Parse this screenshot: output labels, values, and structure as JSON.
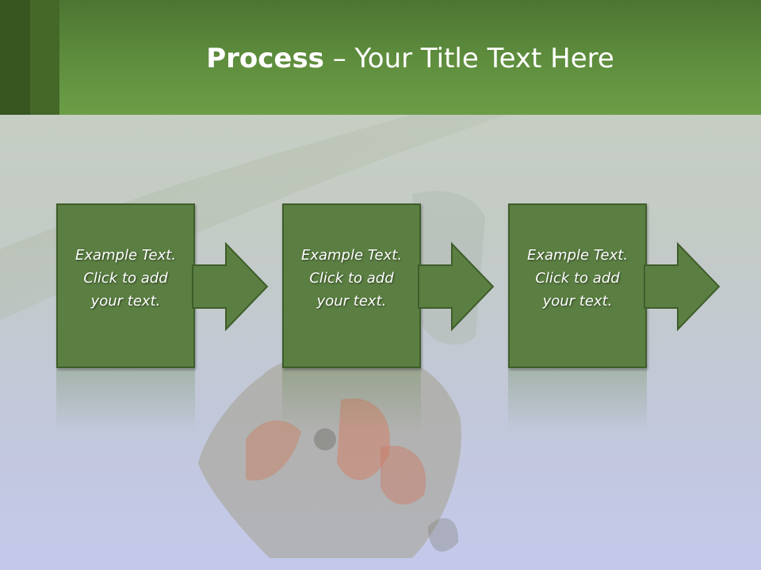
{
  "slide": {
    "title_bold": "Process",
    "title_rest": " – Your Title Text Here"
  },
  "steps": [
    {
      "text": "Example Text.\nClick  to add\nyour text."
    },
    {
      "text": "Example Text.\nClick  to add\nyour text."
    },
    {
      "text": "Example Text.\nClick  to add\nyour text."
    }
  ],
  "colors": {
    "header_green": "#5f8f3e",
    "box_fill": "#5b7f42",
    "box_border": "#3f5d2b"
  },
  "icons": [
    "right-arrow-icon"
  ]
}
